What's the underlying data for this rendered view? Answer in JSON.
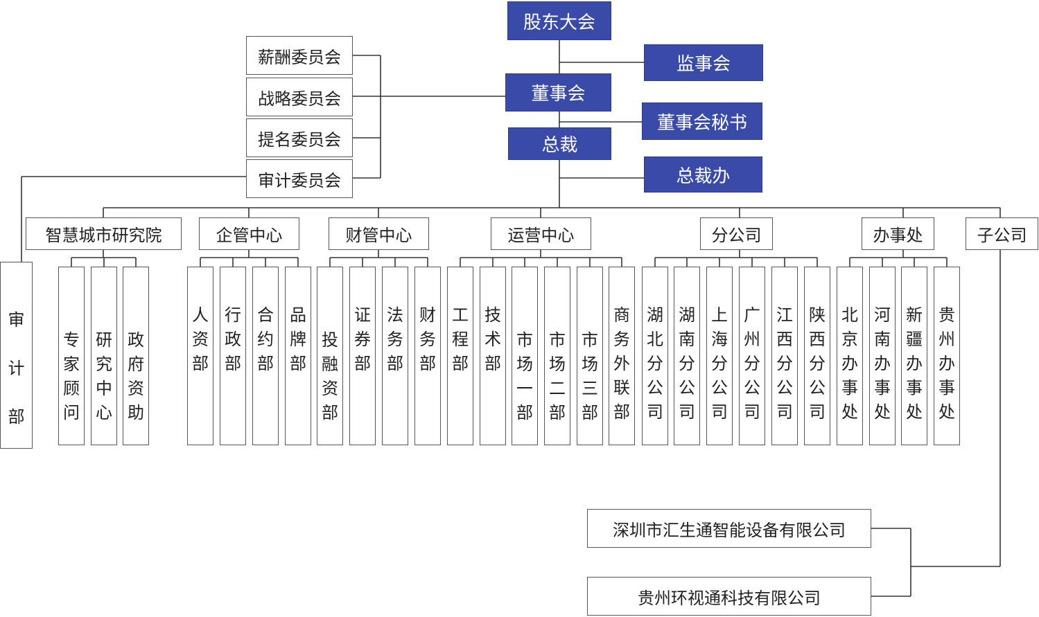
{
  "top": {
    "shareholders": "股东大会",
    "supervisors": "监事会",
    "board": "董事会",
    "board_secretary": "董事会秘书",
    "president": "总裁",
    "president_office": "总裁办"
  },
  "committees": [
    "薪酬委员会",
    "战略委员会",
    "提名委员会",
    "审计委员会"
  ],
  "audit_dept": "审计部",
  "divisions": [
    {
      "label": "智慧城市研究院",
      "children": [
        "专家顾问",
        "研究中心",
        "政府资助"
      ]
    },
    {
      "label": "企管中心",
      "children": [
        "人资部",
        "行政部",
        "合约部",
        "品牌部"
      ]
    },
    {
      "label": "财管中心",
      "children": [
        "投融资部",
        "证券部",
        "法务部",
        "财务部"
      ]
    },
    {
      "label": "运营中心",
      "children": [
        "工程部",
        "技术部",
        "市场一部",
        "市场二部",
        "市场三部",
        "商务外联部"
      ]
    },
    {
      "label": "分公司",
      "children": [
        "湖北分公司",
        "湖南分公司",
        "上海分公司",
        "广州分公司",
        "江西分公司",
        "陕西分公司"
      ]
    },
    {
      "label": "办事处",
      "children": [
        "北京办事处",
        "河南办事处",
        "新疆办事处",
        "贵州办事处"
      ]
    },
    {
      "label": "子公司",
      "children": []
    }
  ],
  "subsidiaries": [
    "深圳市汇生通智能设备有限公司",
    "贵州环视通科技有限公司"
  ],
  "colors": {
    "top_fill": "#3a4aa8",
    "line": "#333333"
  }
}
